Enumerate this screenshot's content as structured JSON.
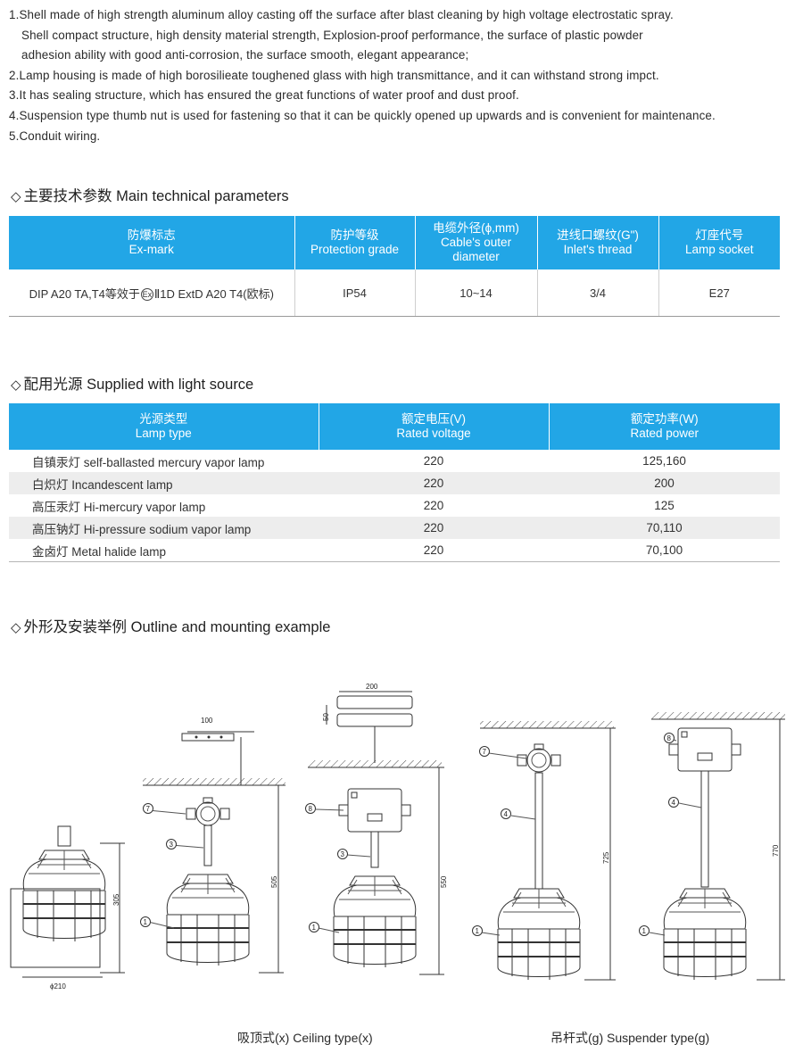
{
  "features": [
    "1.Shell made of high strength aluminum alloy casting off the surface after blast cleaning by high voltage electrostatic spray.",
    "Shell compact structure, high density material strength, Explosion-proof performance, the surface of plastic powder",
    "adhesion ability with good anti-corrosion, the surface smooth, elegant appearance;",
    "2.Lamp housing is made of high borosilieate toughened glass with high transmittance, and it can withstand strong impct.",
    "3.It has sealing structure, which has ensured the great functions of water proof and dust proof.",
    "4.Suspension type thumb nut is used for fastening so that it can be quickly opened up upwards and is convenient for maintenance.",
    "5.Conduit wiring."
  ],
  "sections": {
    "main_params": "主要技术参数  Main technical parameters",
    "light_source": "配用光源 Supplied with light source",
    "outline": "外形及安装举例 Outline and mounting example"
  },
  "section_marker": "◇",
  "params_table": {
    "headers": [
      {
        "cn": "防爆标志",
        "en": "Ex-mark"
      },
      {
        "cn": "防护等级",
        "en": "Protection grade"
      },
      {
        "cn": "电缆外径(ϕ,mm)",
        "en": "Cable's outer diameter"
      },
      {
        "cn": "进线口螺纹(G\")",
        "en": "Inlet's thread"
      },
      {
        "cn": "灯座代号",
        "en": "Lamp socket"
      }
    ],
    "row": {
      "ex_mark_pre": "DIP A20 TA,T4等效于",
      "ex_symbol": "Ex",
      "ex_mark_post": "Ⅱ1D ExtD A20 T4(欧标)",
      "protection": "IP54",
      "cable": "10~14",
      "thread": "3/4",
      "socket": "E27"
    }
  },
  "light_table": {
    "headers": [
      {
        "cn": "光源类型",
        "en": "Lamp type"
      },
      {
        "cn": "额定电压(V)",
        "en": "Rated voltage"
      },
      {
        "cn": "额定功率(W)",
        "en": "Rated power"
      }
    ],
    "rows": [
      {
        "type": "自镇汞灯 self-ballasted mercury vapor lamp",
        "voltage": "220",
        "power": "125,160"
      },
      {
        "type": "白炽灯 Incandescent lamp",
        "voltage": "220",
        "power": "200"
      },
      {
        "type": "高压汞灯 Hi-mercury vapor lamp",
        "voltage": "220",
        "power": "125"
      },
      {
        "type": "高压钠灯 Hi-pressure sodium vapor lamp",
        "voltage": "220",
        "power": "70,110"
      },
      {
        "type": "金卤灯 Metal halide lamp",
        "voltage": "220",
        "power": "70,100"
      }
    ]
  },
  "drawing": {
    "dims": {
      "d305": "305",
      "d210": "ϕ210",
      "d100": "100",
      "d505": "505",
      "d200": "200",
      "d50": "50",
      "d550": "550",
      "d725": "725",
      "d770": "770"
    },
    "part_labels": {
      "one": "1",
      "three": "3",
      "four": "4",
      "seven": "7",
      "eight": "8"
    }
  },
  "captions": {
    "ceiling": "吸顶式(x) Ceiling type(x)",
    "suspender": "吊杆式(g) Suspender type(g)"
  }
}
